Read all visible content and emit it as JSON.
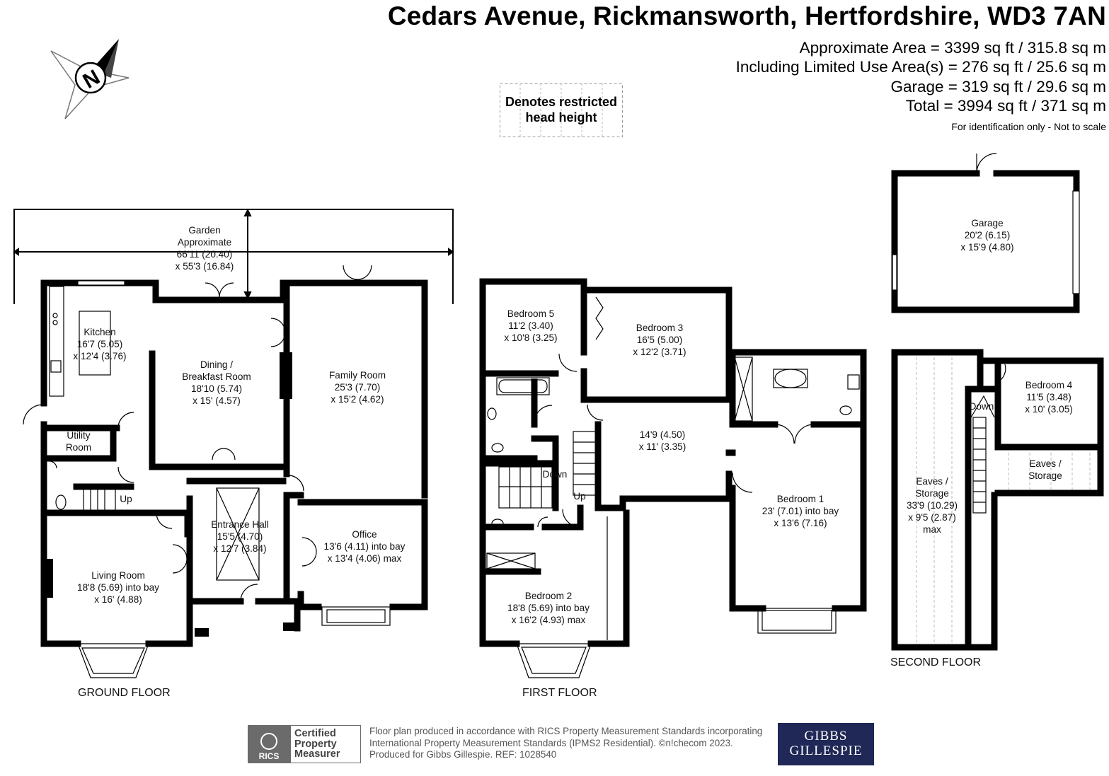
{
  "header": {
    "address": "Cedars Avenue, Rickmansworth, Hertfordshire, WD3 7AN",
    "area_lines": [
      "Approximate Area = 3399 sq ft / 315.8 sq m",
      "Including Limited Use Area(s) = 276 sq ft / 25.6 sq m",
      "Garage = 319 sq ft / 29.6 sq m",
      "Total = 3994 sq ft / 371 sq m"
    ],
    "identification_note": "For identification only - Not to scale"
  },
  "compass": {
    "label": "N",
    "icon": "north-compass-icon"
  },
  "legend": {
    "restricted_line1": "Denotes restricted",
    "restricted_line2": "head height"
  },
  "garden": {
    "l1": "Garden",
    "l2": "Approximate",
    "l3": "66'11 (20.40)",
    "l4": "x 55'3 (16.84)"
  },
  "floors": {
    "ground": {
      "label": "GROUND FLOOR",
      "kitchen": [
        "Kitchen",
        "16'7 (5.05)",
        "x 12'4 (3.76)"
      ],
      "dining": [
        "Dining /",
        "Breakfast Room",
        "18'10 (5.74)",
        "x 15' (4.57)"
      ],
      "family": [
        "Family Room",
        "25'3 (7.70)",
        "x 15'2 (4.62)"
      ],
      "utility": [
        "Utility",
        "Room"
      ],
      "up": "Up",
      "hall": [
        "Entrance Hall",
        "15'5 (4.70)",
        "x 12'7 (3.84)"
      ],
      "office": [
        "Office",
        "13'6 (4.11) into bay",
        "x 13'4 (4.06) max"
      ],
      "living": [
        "Living Room",
        "18'8 (5.69) into bay",
        "x 16' (4.88)"
      ]
    },
    "first": {
      "label": "FIRST FLOOR",
      "bed5": [
        "Bedroom 5",
        "11'2 (3.40)",
        "x 10'8 (3.25)"
      ],
      "bed3": [
        "Bedroom 3",
        "16'5 (5.00)",
        "x 12'2 (3.71)"
      ],
      "landing": [
        "14'9 (4.50)",
        "x 11' (3.35)"
      ],
      "down": "Down",
      "up": "Up",
      "bed1": [
        "Bedroom 1",
        "23' (7.01) into bay",
        "x 13'6 (7.16)"
      ],
      "bed2": [
        "Bedroom 2",
        "18'8 (5.69) into bay",
        "x 16'2 (4.93) max"
      ]
    },
    "second": {
      "label": "SECOND FLOOR",
      "down": "Down",
      "bed4": [
        "Bedroom 4",
        "11'5 (3.48)",
        "x 10' (3.05)"
      ],
      "eaves_small": [
        "Eaves /",
        "Storage"
      ],
      "eaves_large": [
        "Eaves /",
        "Storage",
        "33'9 (10.29)",
        "x 9'5 (2.87)",
        "max"
      ]
    },
    "garage": [
      "Garage",
      "20'2 (6.15)",
      "x 15'9 (4.80)"
    ]
  },
  "footer": {
    "rics_label_lines": [
      "Certified",
      "Property",
      "Measurer"
    ],
    "rics_logo_text": "RICS",
    "text_lines": [
      "Floor plan produced in accordance with RICS Property Measurement Standards incorporating",
      "International Property Measurement Standards (IPMS2 Residential).   ©n!checom 2023.",
      "Produced for Gibbs Gillespie.   REF: 1028540"
    ],
    "brand_lines": [
      "Gibbs",
      "Gillespie"
    ]
  },
  "colors": {
    "wall": "#000000",
    "brand": "#1f2856",
    "rics_grey": "#6b6b6b"
  }
}
